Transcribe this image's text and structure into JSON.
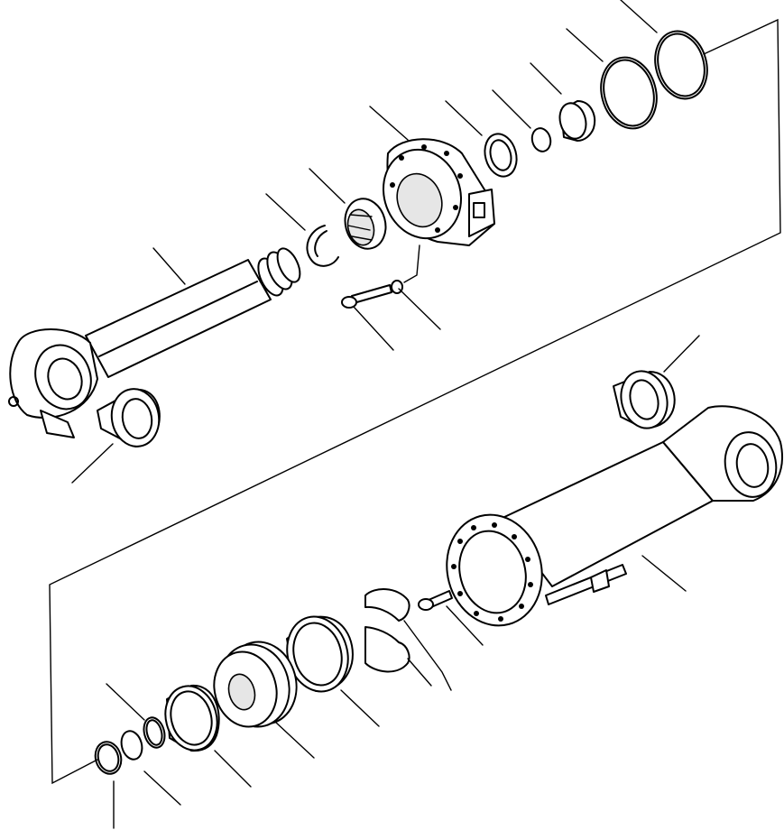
{
  "diagram": {
    "title": "",
    "kind": "exploded-parts-view",
    "parts": [
      {
        "id": "piston-rod",
        "callout": true
      },
      {
        "id": "rod-end-bushing",
        "callout": true
      },
      {
        "id": "snap-ring",
        "callout": true
      },
      {
        "id": "rod-bushing",
        "callout": true
      },
      {
        "id": "cylinder-head",
        "callout": true
      },
      {
        "id": "head-bolt",
        "callout": true
      },
      {
        "id": "head-washer",
        "callout": true
      },
      {
        "id": "rod-packing",
        "callout": true
      },
      {
        "id": "small-o-ring",
        "callout": true
      },
      {
        "id": "dust-seal",
        "callout": true
      },
      {
        "id": "head-backup-ring",
        "callout": true
      },
      {
        "id": "head-o-ring",
        "callout": true
      },
      {
        "id": "bottom-bushing",
        "callout": true
      },
      {
        "id": "cylinder-tube",
        "callout": true
      },
      {
        "id": "tube-bolt",
        "callout": true
      },
      {
        "id": "split-collar",
        "callout": true
      },
      {
        "id": "piston-cushion-ring",
        "callout": true
      },
      {
        "id": "piston",
        "callout": true
      },
      {
        "id": "piston-ring",
        "callout": true
      },
      {
        "id": "piston-o-ring",
        "callout": true
      },
      {
        "id": "backup-ring",
        "callout": true
      },
      {
        "id": "piston-seal",
        "callout": true
      }
    ]
  }
}
